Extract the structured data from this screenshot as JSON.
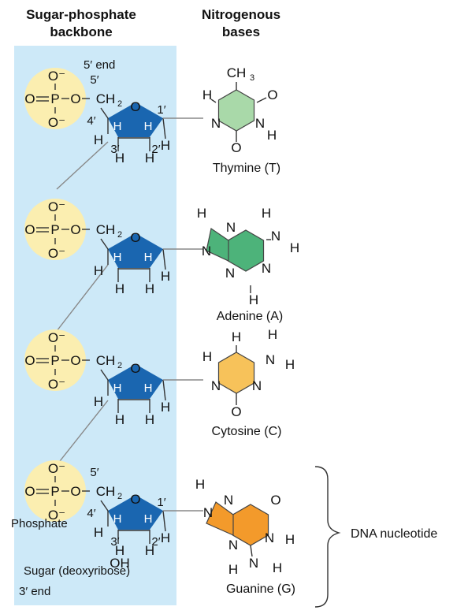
{
  "headers": {
    "backbone": [
      "Sugar-phosphate",
      "backbone"
    ],
    "bases": [
      "Nitrogenous",
      "bases"
    ]
  },
  "labels": {
    "five_end": "5′ end",
    "three_end": "3′ end",
    "phosphate": "Phosphate",
    "sugar": "Sugar (deoxyribose)",
    "nucleotide": "DNA nucleotide"
  },
  "atoms": {
    "O": "O",
    "Ominus": "O⁻",
    "P": "P",
    "H": "H",
    "N": "N",
    "CH": "CH",
    "two": "2",
    "three": "3",
    "OH": "OH"
  },
  "primes": {
    "p1": "1′",
    "p2": "2′",
    "p3": "3′",
    "p4": "4′",
    "p5": "5′"
  },
  "bases": [
    {
      "name": "Thymine (T)",
      "color": "#a9d9a9"
    },
    {
      "name": "Adenine (A)",
      "color": "#4db37a"
    },
    {
      "name": "Cytosine (C)",
      "color": "#f7c25a"
    },
    {
      "name": "Guanine (G)",
      "color": "#f39a2b"
    }
  ],
  "colors": {
    "backbone_band": "#cde9f8",
    "phosphate_circle": "#fbeeb0",
    "sugar_ring": "#1a66b0"
  }
}
